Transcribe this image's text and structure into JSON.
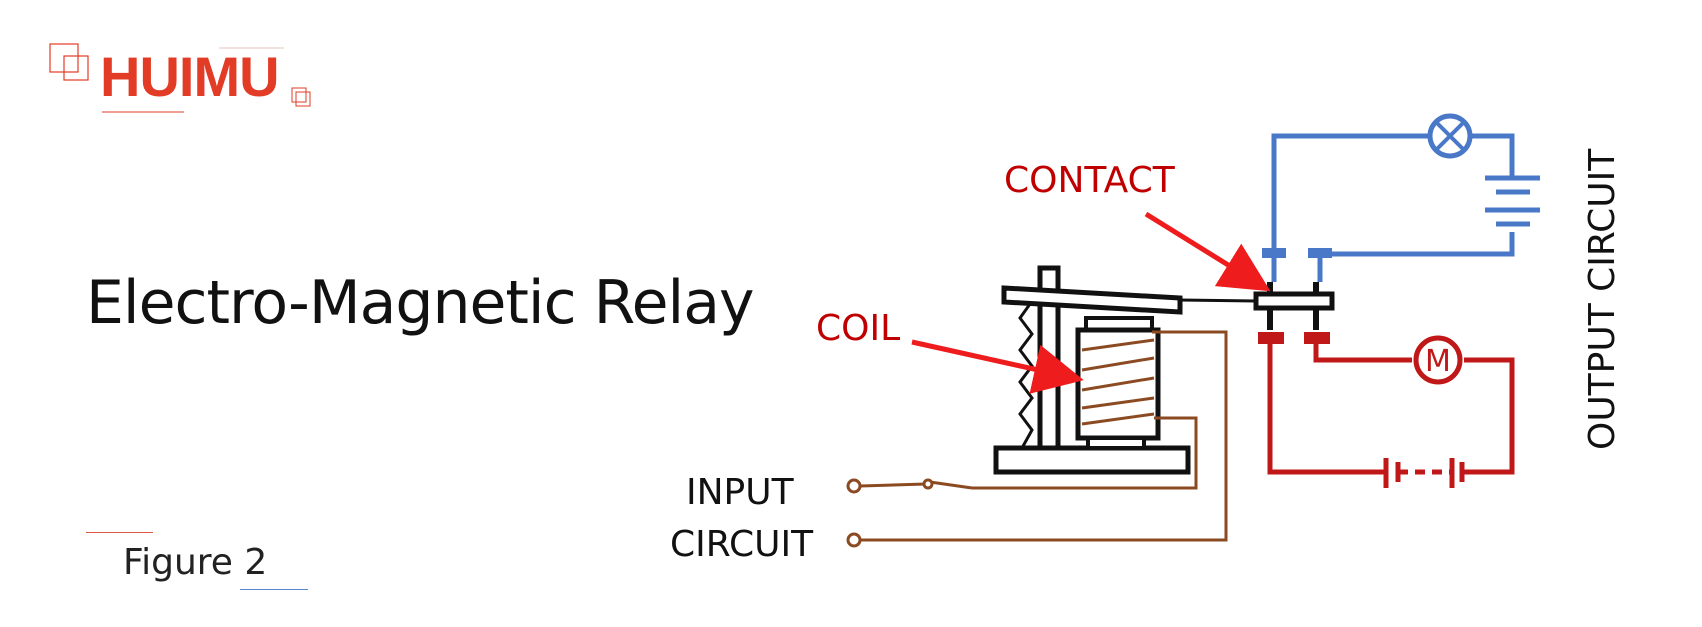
{
  "brand": {
    "name": "HUIMU",
    "color": "#e23b26"
  },
  "title": "Electro-Magnetic Relay",
  "caption": "Figure 2",
  "labels": {
    "contact": "CONTACT",
    "coil": "COIL",
    "input_line1": "INPUT",
    "input_line2": "CIRCUIT",
    "output": "OUTPUT CIRCUIT"
  },
  "symbols": {
    "lamp": "lamp-icon",
    "motor": "M"
  },
  "colors": {
    "output_top_wire": "#4a78c8",
    "output_bottom_wire": "#c01818",
    "input_wire": "#8b4a22",
    "label_red": "#c00000",
    "arrow": "#ee1c1c"
  }
}
